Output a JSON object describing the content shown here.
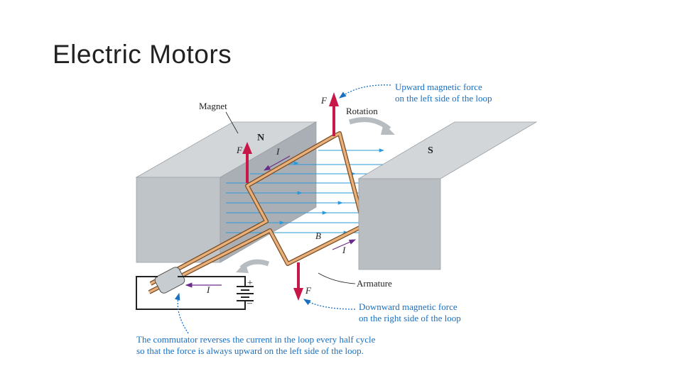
{
  "slide": {
    "title": "Electric Motors"
  },
  "labels": {
    "magnet": "Magnet",
    "north": "N",
    "south": "S",
    "force": "F",
    "current": "I",
    "field": "B",
    "rotation": "Rotation",
    "armature": "Armature",
    "plus": "+",
    "minus": "–",
    "upward_line1": "Upward magnetic force",
    "upward_line2": "on the left side of the loop",
    "downward_line1": "Downward magnetic force",
    "downward_line2": "on the right side of the loop",
    "commutator_line1": "The commutator reverses the current in the loop every half cycle",
    "commutator_line2": "so that the force is always upward on the left side of the loop."
  },
  "colors": {
    "callout_text": "#1a6fc0",
    "force_arrow": "#c8184a",
    "current_arrow": "#6a2a8a",
    "field_lines": "#2a9ad8",
    "magnet_gray": "#b9bec2",
    "wire": "#c8783a"
  }
}
